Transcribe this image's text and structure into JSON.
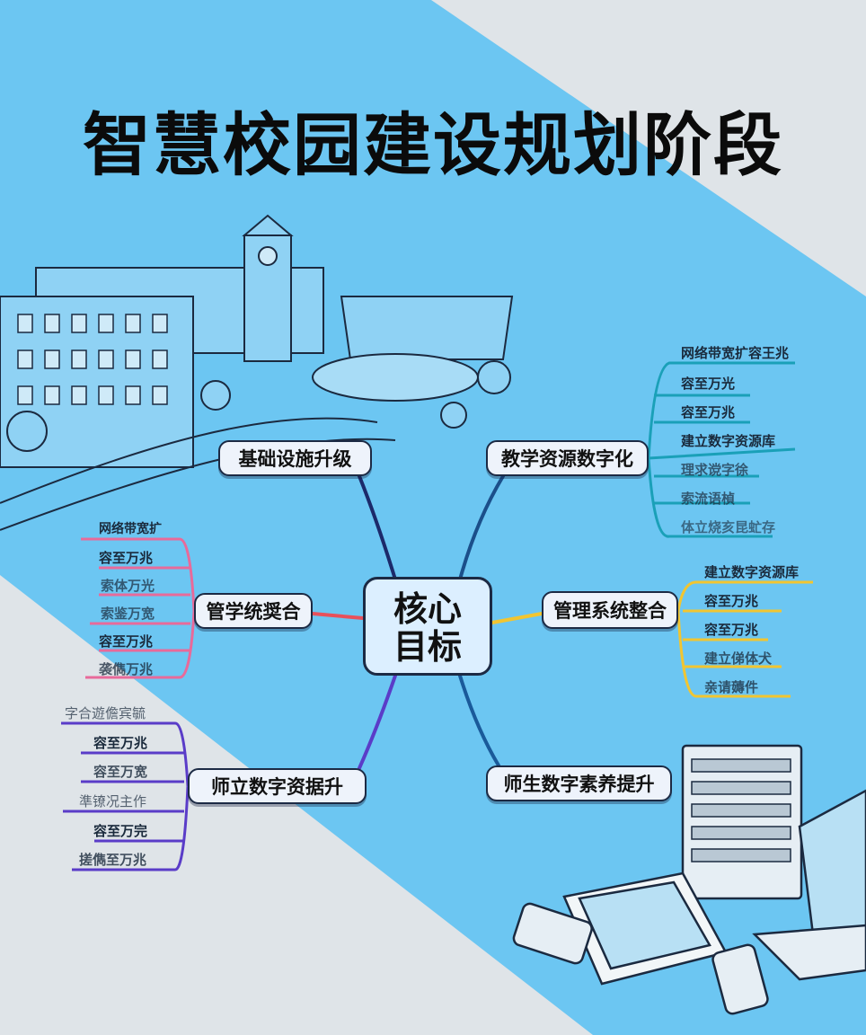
{
  "title": "智慧校园建设规划阶段",
  "center": {
    "line1": "核心",
    "line2": "目标"
  },
  "colors": {
    "band": "#6cc6f2",
    "gray": "#dfe4e8",
    "teal": "#1aa0b8",
    "yellow": "#f2c530",
    "pink": "#e86a9a",
    "purple": "#5a3cc8",
    "red": "#e8505b",
    "navy": "#1c3a7a"
  },
  "branches": {
    "infra": "基础设施升级",
    "teaching": "教学资源数字化",
    "mgmt_left": "管学统奨合",
    "mgmt_right": "管理系统整合",
    "build": "师立数字资据升",
    "literacy": "师生数字素养提升"
  },
  "leaves": {
    "teaching": [
      "网络带宽扩容王兆",
      "容至万光",
      "容至万兆",
      "建立数字资源库",
      "理求谠字徐",
      "索流语楨",
      "体立烧亥昆虻存"
    ],
    "mgmt_right": [
      "建立数字资源库",
      "容至万兆",
      "容至万兆",
      "建立俤体犬",
      "亲请薅件"
    ],
    "mgmt_left": [
      "网络带宽扩",
      "容至万兆",
      "索体万光",
      "索鉴万宽",
      "容至万兆",
      "袭儁万兆"
    ],
    "build": [
      "字合遊儋宾毓",
      "容至万兆",
      "容至万宽",
      "準镣况主作",
      "容至万完",
      "搓儁至万兆"
    ]
  },
  "icons": [
    "campus-buildings-illustration",
    "server-devices-illustration"
  ]
}
